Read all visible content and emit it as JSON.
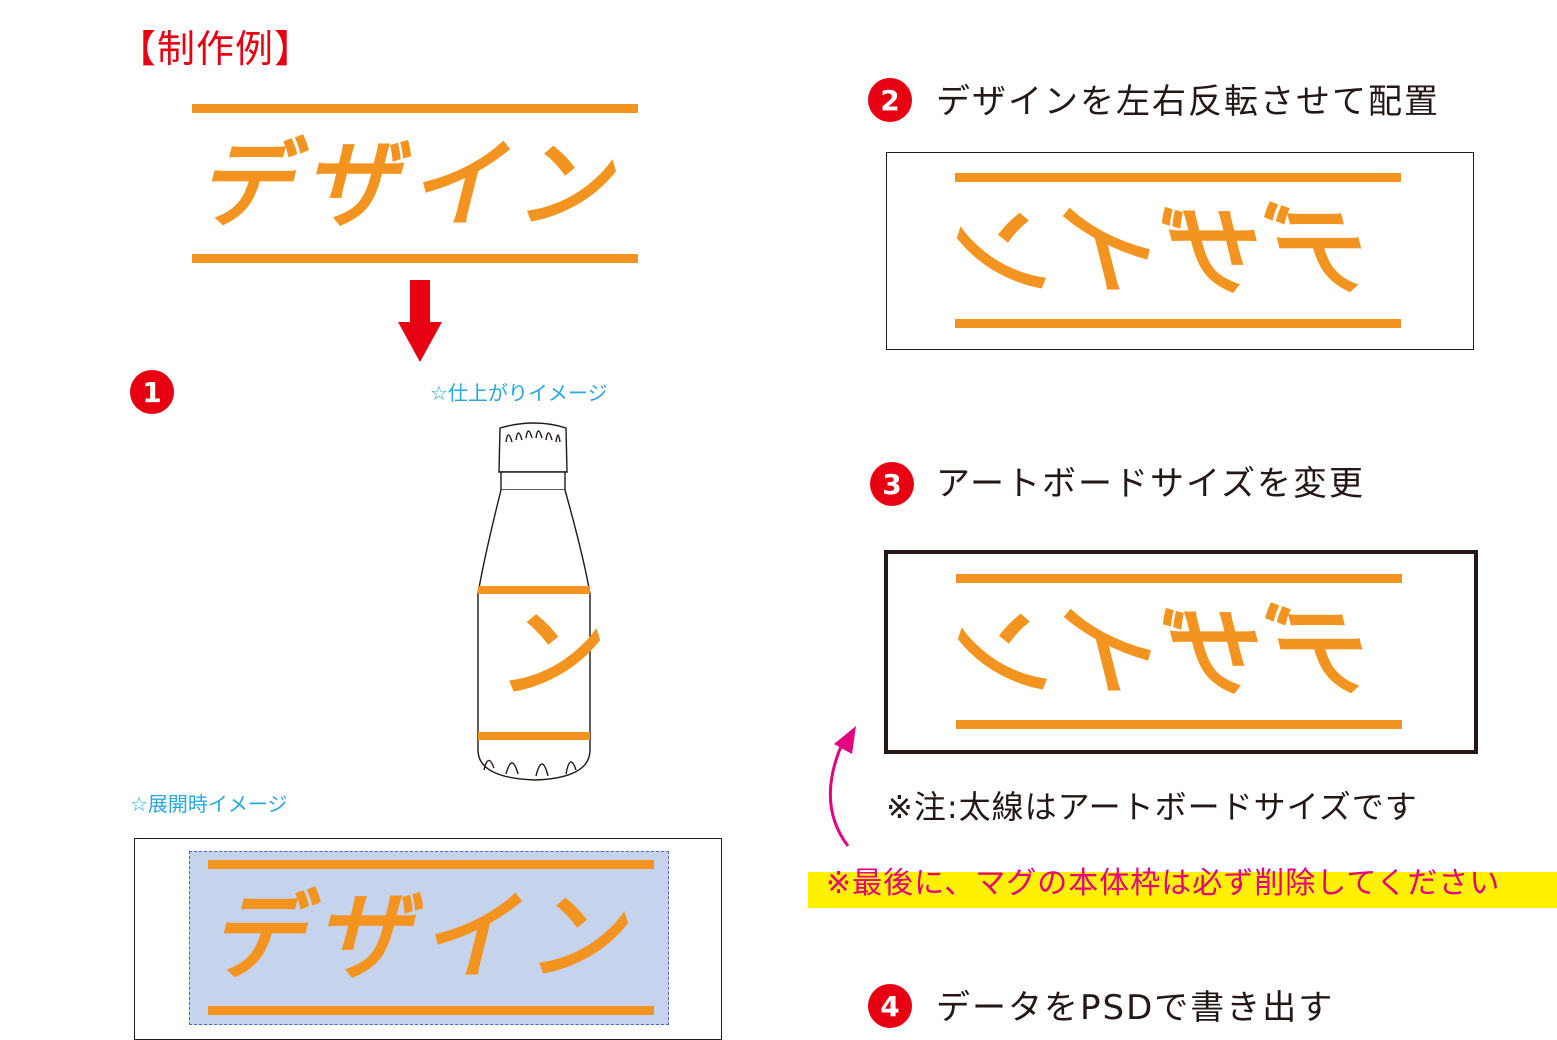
{
  "heading": "【制作例】",
  "design_word": "デザイン",
  "design_word_short": "ン",
  "steps": [
    {
      "number": "1",
      "label": ""
    },
    {
      "number": "2",
      "label": "デザインを左右反転させて配置"
    },
    {
      "number": "3",
      "label": "アートボードサイズを変更"
    },
    {
      "number": "4",
      "label": "データをPSDで書き出す"
    }
  ],
  "caption_finished": "☆仕上がりイメージ",
  "caption_unfolded": "☆展開時イメージ",
  "note_artboard": "※注:太線はアートボードサイズです",
  "warning": "※最後に、マグの本体枠は必ず削除してください",
  "colors": {
    "accent_orange": "#f39420",
    "red": "#e60012",
    "caption_blue": "#29a7e1",
    "warning_magenta": "#e4007f",
    "highlight_yellow": "#fff100",
    "selection_blue": "#c5d3ec"
  }
}
